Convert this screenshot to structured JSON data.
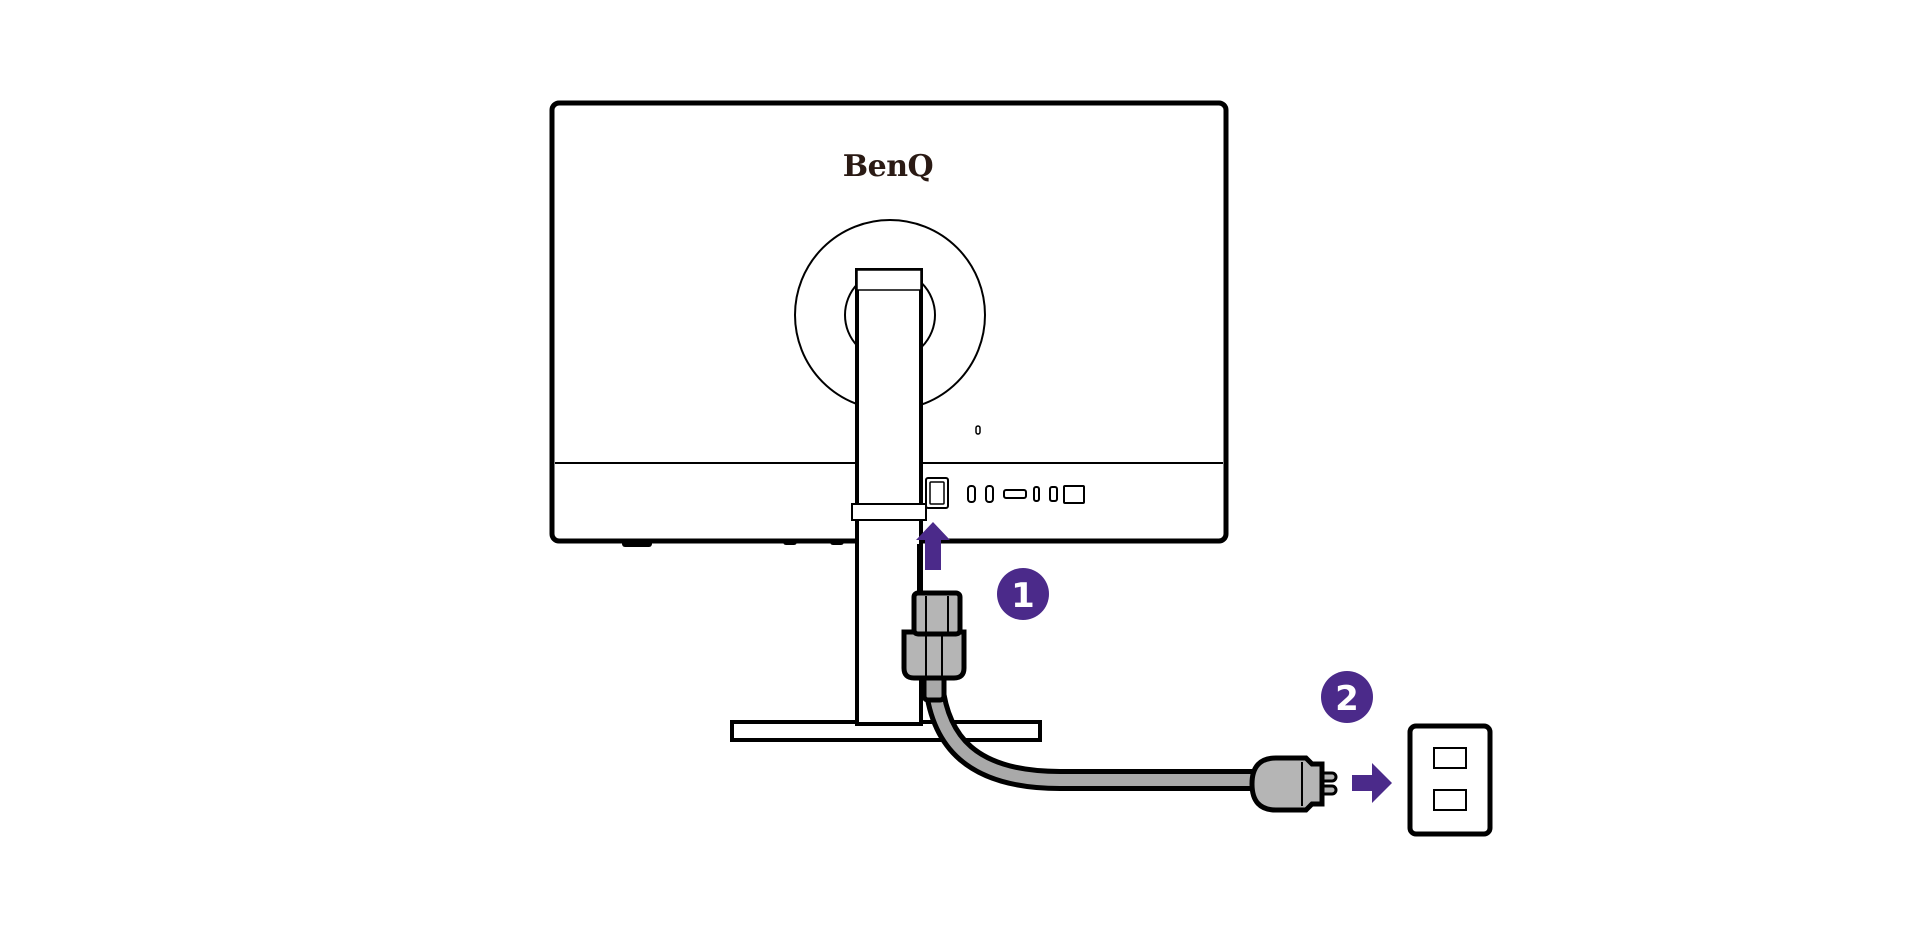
{
  "brand": {
    "logo_text": "BenQ"
  },
  "steps": [
    {
      "number": "1"
    },
    {
      "number": "2"
    }
  ],
  "colors": {
    "line": "#000000",
    "background": "#ffffff",
    "accent": "#4b2a8a",
    "cable_fill": "#a9a9a9",
    "plug_fill": "#b5b5b5",
    "logo": "#2a1a14"
  },
  "icons": {
    "arrow_up": "arrow-up-icon",
    "arrow_right": "arrow-right-icon"
  }
}
